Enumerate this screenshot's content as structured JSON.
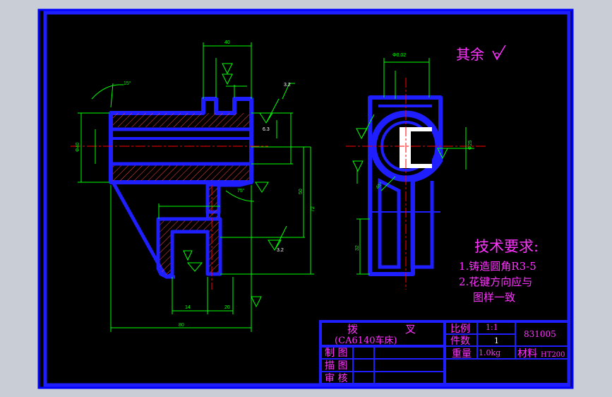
{
  "remark": "其余",
  "requirements": {
    "title": "技术要求:",
    "items": [
      "1.铸造圆角R3-5",
      "2.花键方向应与",
      "图样一致"
    ]
  },
  "title_block": {
    "part_name_1": "拨",
    "part_name_2": "叉",
    "machine": "(CA6140车床)",
    "scale_label": "比例",
    "scale_value": "1:1",
    "qty_label": "件数",
    "qty_value": "1",
    "drawing_no": "831005",
    "weight_label": "重量",
    "weight_value": "1.0kg",
    "material_label": "材料",
    "material_value": "HT200",
    "draw_label": "制 图",
    "design_label": "描 图",
    "check_label": "审 核"
  },
  "dims": {
    "top_width": "40",
    "bottom_width": "80",
    "slot_width": "14",
    "bottom_slot": "20",
    "right_height": "72",
    "right_mid": "50",
    "left_dia": "Φ40",
    "side_top": "Φ0.02",
    "side_right": "Φ25",
    "side_bottom": "32",
    "side_angle": "45°",
    "angle_top": "15°",
    "angle_mid": "75°",
    "rough_1": "3.2",
    "rough_2": "6.3",
    "rough_3": "3.2"
  },
  "colors": {
    "frame": "#0000ff",
    "outline": "#1e1eff",
    "dim": "#00ff00",
    "center": "#ff0000",
    "text": "#ff33ff",
    "hatch": "#ff4444"
  }
}
